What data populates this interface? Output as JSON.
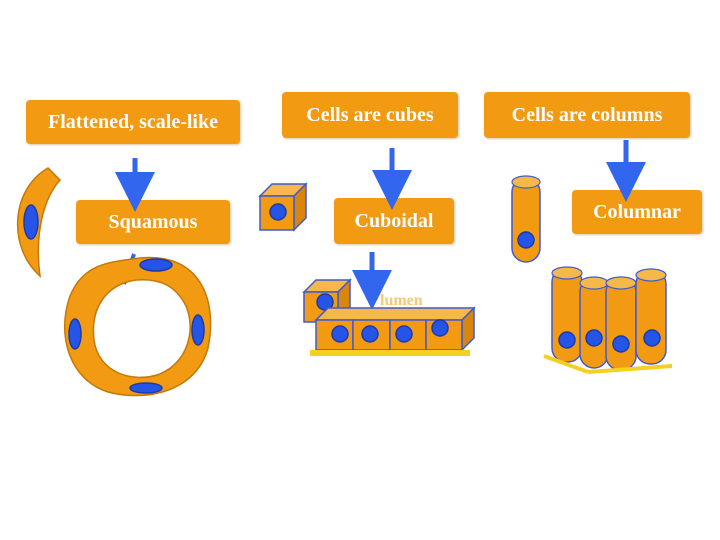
{
  "squamous": {
    "description": "Flattened, scale-like",
    "name": "Squamous"
  },
  "cuboidal": {
    "description": "Cells are cubes",
    "name": "Cuboidal",
    "hidden_text": "lumen"
  },
  "columnar": {
    "description": "Cells are columns",
    "name": "Columnar"
  },
  "colors": {
    "cell": "#f29a12",
    "nucleus": "#2455e6",
    "arrow": "#3366ee",
    "basement": "#f5d020"
  }
}
